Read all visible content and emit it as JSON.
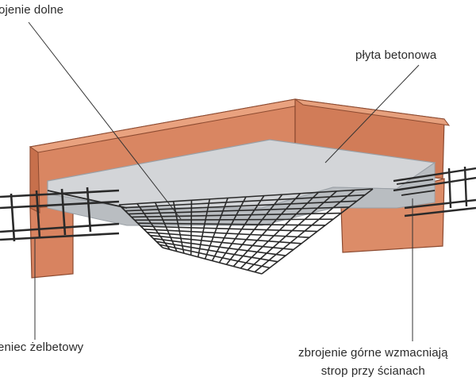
{
  "labels": {
    "bottom_reinforcement": "ojenie dolne",
    "concrete_slab": "płyta betonowa",
    "ring_beam": "eniec żelbetowy",
    "top_reinforcement_line1": "zbrojenie górne wzmacniają",
    "top_reinforcement_line2": "strop przy ścianach"
  },
  "colors": {
    "brick": "#d98662",
    "brick_dark": "#b8613f",
    "brick_light": "#eaa17f",
    "concrete": "#d3d5d8",
    "concrete_edge": "#b4b8bc",
    "rebar": "#2a2a2a",
    "rebar_red": "#9a2a24",
    "leader": "#333333"
  }
}
